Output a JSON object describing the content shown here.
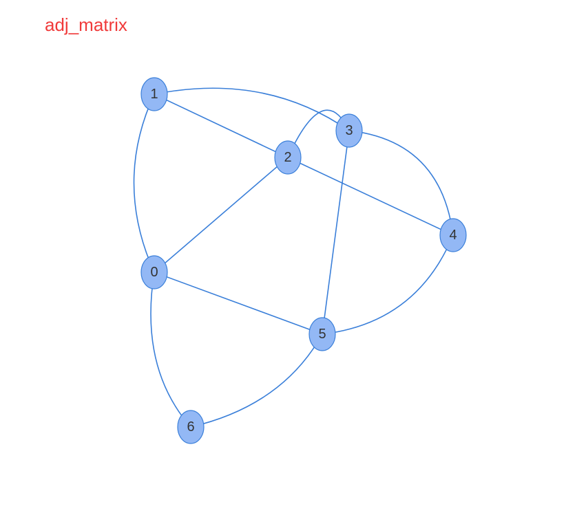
{
  "title": "adj_matrix",
  "colors": {
    "title": "#f03a3a",
    "edge": "#3a7fd9",
    "node_fill": "#93b8f5",
    "node_stroke": "#3a7fd9",
    "label": "#333333"
  },
  "nodes": [
    {
      "id": "0",
      "label": "0"
    },
    {
      "id": "1",
      "label": "1"
    },
    {
      "id": "2",
      "label": "2"
    },
    {
      "id": "3",
      "label": "3"
    },
    {
      "id": "4",
      "label": "4"
    },
    {
      "id": "5",
      "label": "5"
    },
    {
      "id": "6",
      "label": "6"
    }
  ],
  "edges": [
    {
      "from": "0",
      "to": "1"
    },
    {
      "from": "0",
      "to": "2"
    },
    {
      "from": "0",
      "to": "5"
    },
    {
      "from": "0",
      "to": "6"
    },
    {
      "from": "1",
      "to": "2"
    },
    {
      "from": "1",
      "to": "3"
    },
    {
      "from": "2",
      "to": "3"
    },
    {
      "from": "2",
      "to": "4"
    },
    {
      "from": "3",
      "to": "4"
    },
    {
      "from": "3",
      "to": "5"
    },
    {
      "from": "4",
      "to": "5"
    },
    {
      "from": "5",
      "to": "6"
    }
  ]
}
